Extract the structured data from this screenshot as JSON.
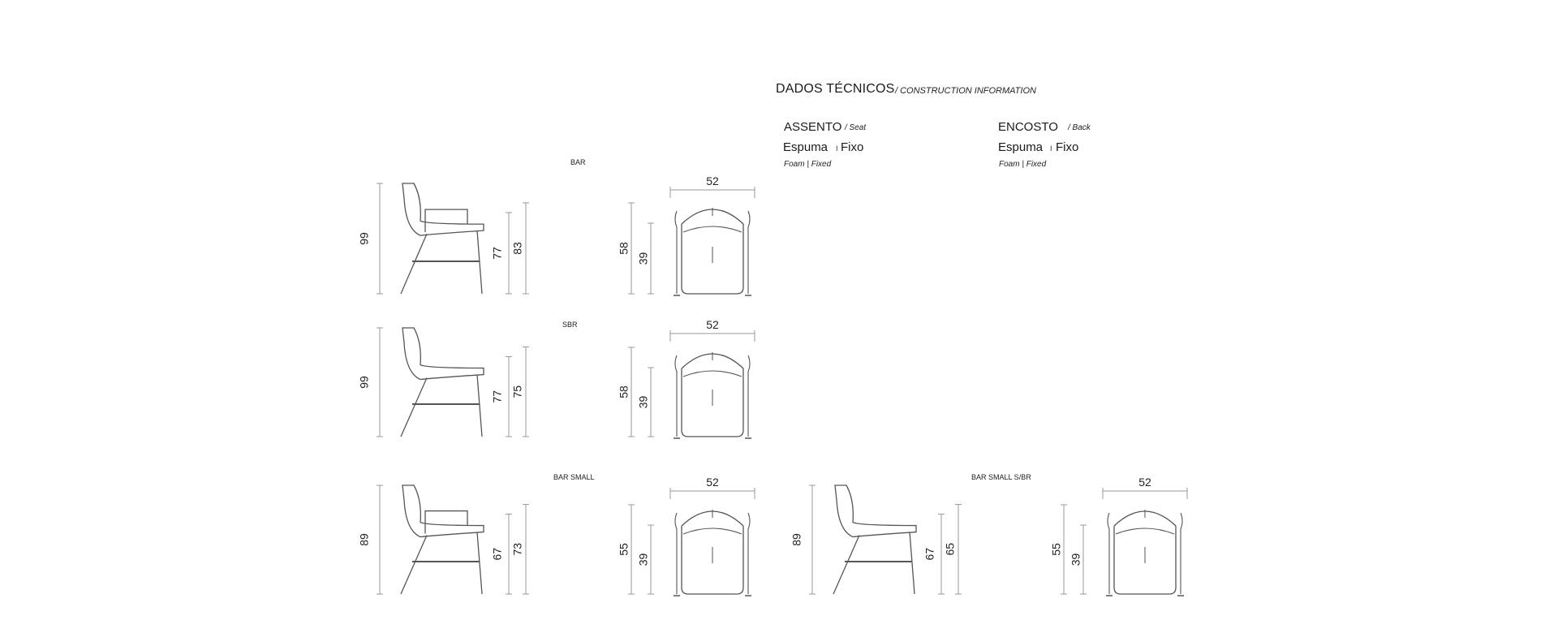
{
  "header": {
    "title": "DADOS TÉCNICOS",
    "subtitle": "/ CONSTRUCTION INFORMATION"
  },
  "specs": {
    "seat": {
      "heading": "ASSENTO",
      "heading_en": "/ Seat",
      "material": "Espuma",
      "separator": "I",
      "mode": "Fixo",
      "footnote": "Foam | Fixed"
    },
    "back": {
      "heading": "ENCOSTO",
      "heading_en": "/ Back",
      "material": "Espuma",
      "separator": "I",
      "mode": "Fixo",
      "footnote": "Foam | Fixed"
    }
  },
  "variants": [
    {
      "label": "BAR",
      "arms": true,
      "side": {
        "total_height": "99",
        "seat_height": "77",
        "arm_height": "83"
      },
      "top": {
        "width": "52",
        "depth": "58",
        "seat_depth": "39"
      }
    },
    {
      "label": "SBR",
      "arms": false,
      "side": {
        "total_height": "99",
        "seat_height": "77",
        "arm_height": "75"
      },
      "top": {
        "width": "52",
        "depth": "58",
        "seat_depth": "39"
      }
    },
    {
      "label": "BAR SMALL",
      "arms": true,
      "side": {
        "total_height": "89",
        "seat_height": "67",
        "arm_height": "73"
      },
      "top": {
        "width": "52",
        "depth": "55",
        "seat_depth": "39"
      }
    },
    {
      "label": "BAR SMALL S/BR",
      "arms": false,
      "side": {
        "total_height": "89",
        "seat_height": "67",
        "arm_height": "65"
      },
      "top": {
        "width": "52",
        "depth": "55",
        "seat_depth": "39"
      }
    }
  ],
  "colors": {
    "line": "#555555",
    "dim": "#999999",
    "text": "#222222"
  }
}
